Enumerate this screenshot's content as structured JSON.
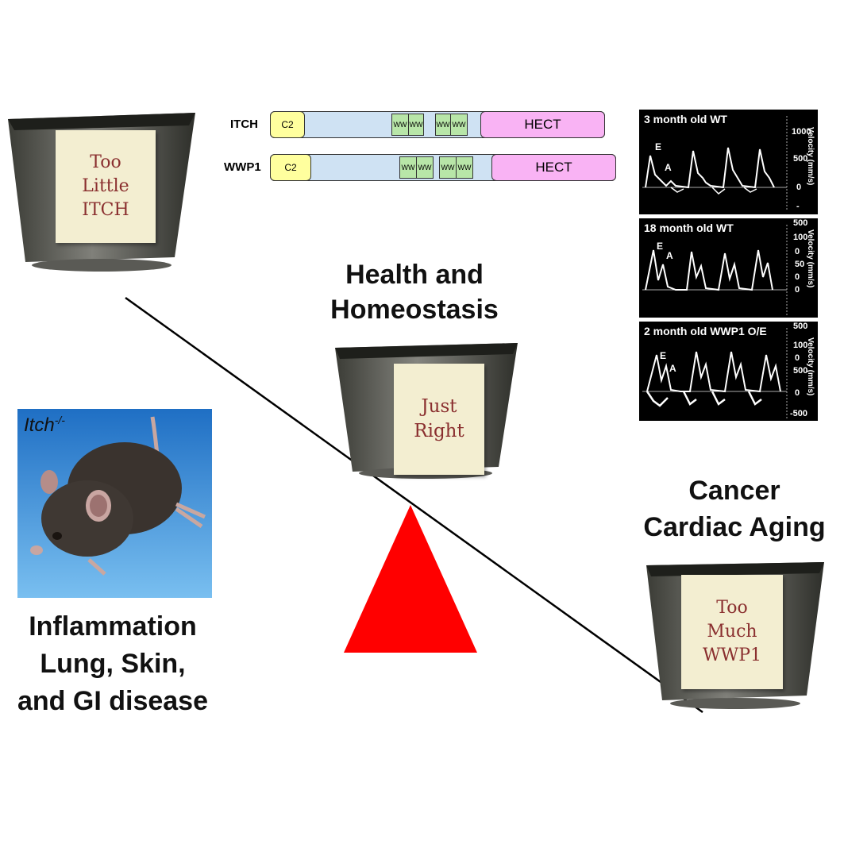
{
  "bowls": {
    "left": {
      "note_lines": [
        "Too",
        "Little",
        "ITCH"
      ]
    },
    "center": {
      "note_lines": [
        "Just",
        "Right"
      ]
    },
    "right": {
      "note_lines": [
        "Too",
        "Much",
        "WWP1"
      ]
    }
  },
  "captions": {
    "center": [
      "Health and",
      "Homeostasis"
    ],
    "right": [
      "Cancer",
      "Cardiac Aging"
    ],
    "left": [
      "Inflammation",
      "Lung, Skin,",
      "and GI disease"
    ]
  },
  "mouse_photo": {
    "label_main": "Itch",
    "label_sup": "-/-"
  },
  "domains": [
    {
      "name": "ITCH",
      "c2": "C2",
      "ww": [
        "WW",
        "WW",
        "WW",
        "WW"
      ],
      "hect": "HECT"
    },
    {
      "name": "WWP1",
      "c2": "C2",
      "ww": [
        "WW",
        "WW",
        "WW",
        "WW"
      ],
      "hect": "HECT"
    }
  ],
  "echo_panels": [
    {
      "title": "3 month old WT",
      "ticks": [
        "1000",
        "500",
        "0",
        "-"
      ],
      "ylabel": "Velocity (mm/s)",
      "marks": [
        "E",
        "A"
      ]
    },
    {
      "title": "18 month old WT",
      "ticks": [
        "500",
        "100",
        "0",
        "50",
        "0",
        "0"
      ],
      "ylabel": "Velocity (mm/s)",
      "marks": [
        "E",
        "A"
      ]
    },
    {
      "title": "2 month old WWP1 O/E",
      "ticks": [
        "500",
        "100",
        "0",
        "500",
        "0",
        "-500"
      ],
      "ylabel": "Velocity (mm/s)",
      "marks": [
        "E",
        "A"
      ]
    }
  ],
  "colors": {
    "fulcrum": "#ff0000",
    "c2_domain": "#ffff9e",
    "ww_domain": "#b8e6a8",
    "hect_domain": "#f9b3f4",
    "protein_backbone": "#cfe2f3",
    "note_text": "#8a2f2f",
    "mouse_bg": "#2f8de0"
  }
}
